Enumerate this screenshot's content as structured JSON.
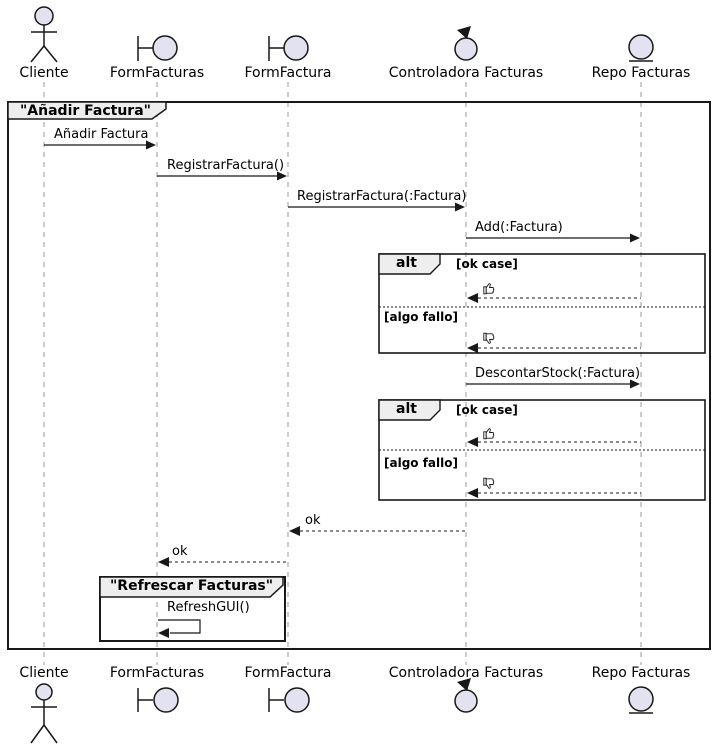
{
  "diagram": {
    "type": "uml-sequence-diagram",
    "frame_title": "\"Añadir Factura\"",
    "participants": [
      {
        "name": "Cliente",
        "stereotype": "actor"
      },
      {
        "name": "FormFacturas",
        "stereotype": "boundary"
      },
      {
        "name": "FormFactura",
        "stereotype": "boundary"
      },
      {
        "name": "Controladora Facturas",
        "stereotype": "control"
      },
      {
        "name": "Repo Facturas",
        "stereotype": "entity"
      }
    ],
    "messages": {
      "anadir_factura": "Añadir Factura",
      "registrar_factura": "RegistrarFactura()",
      "registrar_factura_param": "RegistrarFactura(:Factura)",
      "add_factura": "Add(:Factura)",
      "descontar_stock": "DescontarStock(:Factura)",
      "ok_to_formfactura": "ok",
      "ok_to_formfacturas": "ok",
      "refresh_gui": "RefreshGUI()"
    },
    "alt1": {
      "operator": "alt",
      "guard_ok": "[ok case]",
      "guard_fail": "[algo fallo]"
    },
    "alt2": {
      "operator": "alt",
      "guard_ok": "[ok case]",
      "guard_fail": "[algo fallo]"
    },
    "refrescar_frame_title": "\"Refrescar Facturas\"",
    "icons": {
      "result_ok": "thumbs-up 👍",
      "result_fail": "thumbs-down 👎"
    },
    "colors": {
      "participant_fill": "#E2E2F0",
      "participant_stroke": "#181818",
      "frame_label_bg": "#EEEEEE",
      "line_color": "#181818",
      "lifeline_color": "#999999"
    }
  }
}
